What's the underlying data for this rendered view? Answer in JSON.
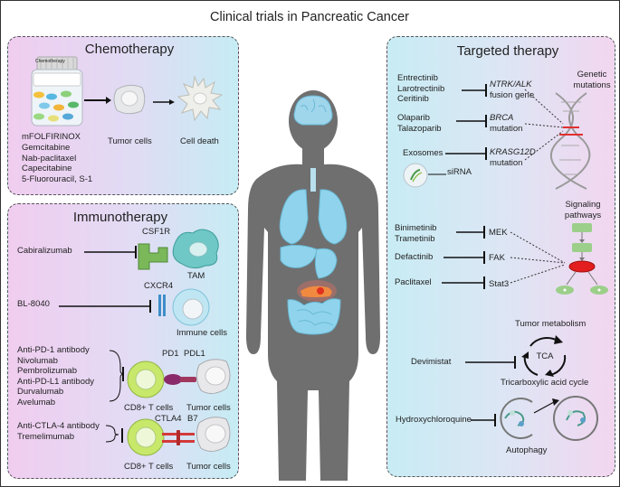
{
  "title": "Clinical trials in Pancreatic Cancer",
  "chemotherapy": {
    "heading": "Chemotherapy",
    "bottle_label": "Chemotherapy",
    "drugs": [
      "mFOLFIRINOX",
      "Gemcitabine",
      "Nab-paclitaxel",
      "Capecitabine",
      "5-Fluorouracil, S-1"
    ],
    "tumor_label": "Tumor cells",
    "death_label": "Cell death"
  },
  "immunotherapy": {
    "heading": "Immunotherapy",
    "csf1r": {
      "drug": "Cabiralizumab",
      "receptor": "CSF1R",
      "cell": "TAM"
    },
    "cxcr4": {
      "drug": "BL-8040",
      "receptor": "CXCR4",
      "cell": "Immune  cells"
    },
    "pd1": {
      "drugs": [
        "Anti-PD-1 antibody",
        "Nivolumab",
        "Pembrolizumab",
        "Anti-PD-L1 antibody",
        "Durvalumab",
        "Avelumab"
      ],
      "receptor_left": "PD1",
      "receptor_right": "PDL1",
      "t_cell": "CD8+ T cells",
      "tumor_cell": "Tumor cells"
    },
    "ctla4": {
      "drugs": [
        "Anti-CTLA-4 antibody",
        "Tremelimumab"
      ],
      "receptor_left": "CTLA4",
      "receptor_right": "B7",
      "t_cell": "CD8+ T cells",
      "tumor_cell": "Tumor cells"
    }
  },
  "targeted": {
    "heading": "Targeted therapy",
    "genetic": {
      "title_line1": "Genetic",
      "title_line2": "mutations",
      "groups": [
        {
          "drugs": [
            "Entrectinib",
            "Larotrectinib",
            "Ceritinib"
          ],
          "target_line1": "NTRK/ALK",
          "target_line2": "fusion gene"
        },
        {
          "drugs": [
            "Olaparib",
            "Talazoparib"
          ],
          "target_line1": "BRCA",
          "target_line2": "mutation"
        },
        {
          "drugs": [
            "Exosomes"
          ],
          "target_line1": "KRASG12D",
          "target_line2": "mutation"
        }
      ],
      "sirna_label": "siRNA"
    },
    "signaling": {
      "title_line1": "Signaling",
      "title_line2": "pathways",
      "rows": [
        {
          "drugs": [
            "Binimetinib",
            "Trametinib"
          ],
          "target": "MEK"
        },
        {
          "drugs": [
            "Defactinib"
          ],
          "target": "FAK"
        },
        {
          "drugs": [
            "Paclitaxel"
          ],
          "target": "Stat3"
        }
      ]
    },
    "metabolism": {
      "title": "Tumor metabolism",
      "cycle_label": "TCA",
      "drug": "Devimistat",
      "caption": "Tricarboxylic acid cycle"
    },
    "autophagy": {
      "drug": "Hydroxychloroquine",
      "caption": "Autophagy"
    }
  },
  "colors": {
    "chemo_bg_left": "#f0cdf0",
    "chemo_bg_right": "#c6ecf4",
    "body_silhouette": "#6f6f6f",
    "organ_blue": "#8fd4ec",
    "brain": "#9fd6ec",
    "tcell_green": "#c7e86a",
    "tam_teal": "#6fc8c6",
    "inhibitor_red": "#e03020",
    "tumor_glow": "#f07060"
  },
  "icons": [
    "pill-bottle-icon",
    "tumor-cell-icon",
    "dead-cell-icon",
    "human-body-icon",
    "dna-helix-icon",
    "exosome-icon",
    "signaling-node-icon",
    "tca-cycle-icon",
    "autophagosome-icon"
  ]
}
